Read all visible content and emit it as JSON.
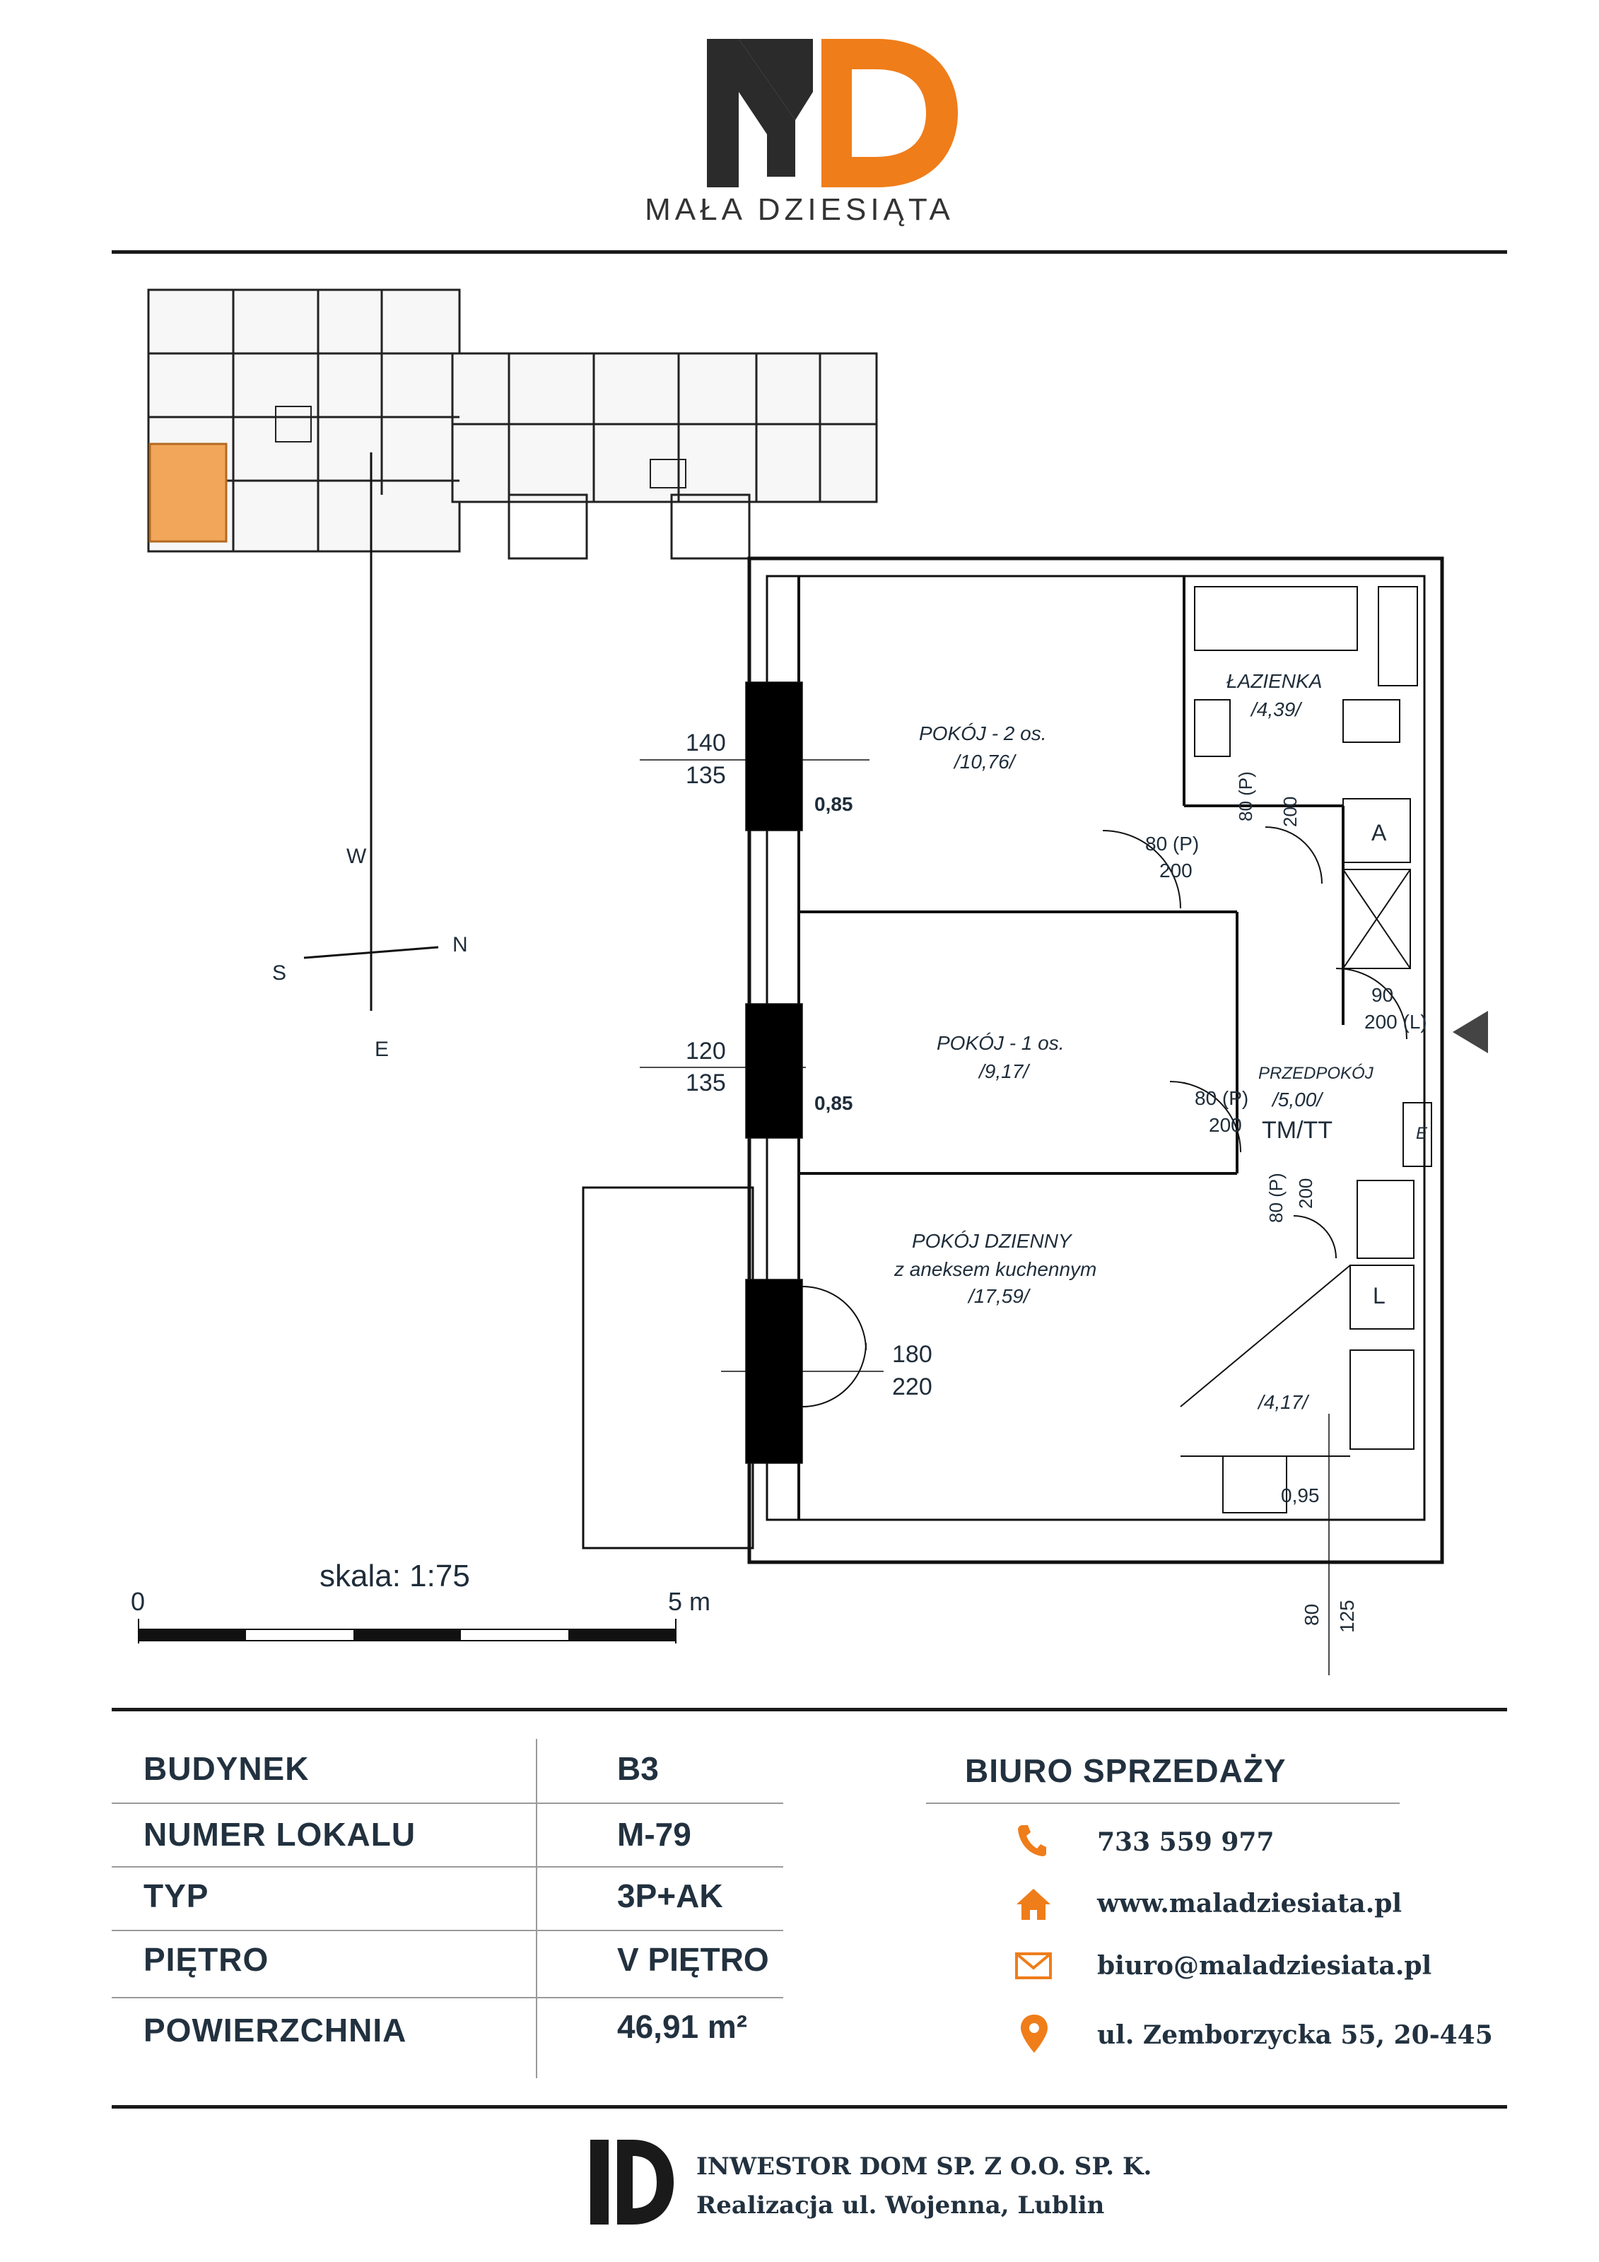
{
  "brand": {
    "name": "MAŁA DZIESIĄTA",
    "logo_letters": "MD",
    "colors": {
      "dark": "#2b2b2b",
      "orange": "#ef7d1a"
    }
  },
  "plan": {
    "scale_label": "skala: 1:75",
    "scale_start": "0",
    "scale_end": "5 m",
    "compass": {
      "north": "N",
      "south": "S",
      "east": "E",
      "west": "W"
    },
    "rooms": [
      {
        "name": "POKÓJ - 2 os.",
        "area": "/10,76/"
      },
      {
        "name": "POKÓJ - 1 os.",
        "area": "/9,17/"
      },
      {
        "name": "POKÓJ DZIENNY",
        "subtitle": "z aneksem kuchennym",
        "area": "/17,59/"
      },
      {
        "name": "ŁAZIENKA",
        "area": "/4,39/"
      },
      {
        "name": "PRZEDPOKÓJ",
        "area": "/5,00/"
      },
      {
        "name": "",
        "area": "/4,17/"
      }
    ],
    "windows": [
      {
        "top": "140",
        "bottom": "135",
        "sill": "0,85"
      },
      {
        "top": "120",
        "bottom": "135",
        "sill": "0,85"
      },
      {
        "top": "180",
        "bottom": "220"
      }
    ],
    "doors": [
      {
        "w": "80 (P)",
        "h": "200"
      },
      {
        "w": "80 (P)",
        "h": "200"
      },
      {
        "w": "80 (P)",
        "h": "200"
      },
      {
        "w": "80 (P)",
        "h": "200"
      },
      {
        "w": "90",
        "h": "200 (L)"
      }
    ],
    "kitchen_window": {
      "sill": "0,95",
      "w": "80",
      "h": "125"
    },
    "symbols": {
      "a": "A",
      "e": "E",
      "l": "L",
      "tm": "TM/TT"
    }
  },
  "info": {
    "rows": [
      {
        "label": "BUDYNEK",
        "value": "B3"
      },
      {
        "label": "NUMER LOKALU",
        "value": "M-79"
      },
      {
        "label": "TYP",
        "value": "3P+AK"
      },
      {
        "label": "PIĘTRO",
        "value": "V PIĘTRO"
      },
      {
        "label": "POWIERZCHNIA",
        "value": "46,91 m²"
      }
    ]
  },
  "sales": {
    "title": "BIURO SPRZEDAŻY",
    "phone": "733 559 977",
    "website": "www.maladziesiata.pl",
    "email": "biuro@maladziesiata.pl",
    "address": "ul. Zemborzycka 55, 20-445",
    "icon_color": "#ef7d1a"
  },
  "footer": {
    "company": "INWESTOR DOM SP. Z O.O. SP. K.",
    "project": "Realizacja ul. Wojenna, Lublin",
    "logo": "ID"
  }
}
